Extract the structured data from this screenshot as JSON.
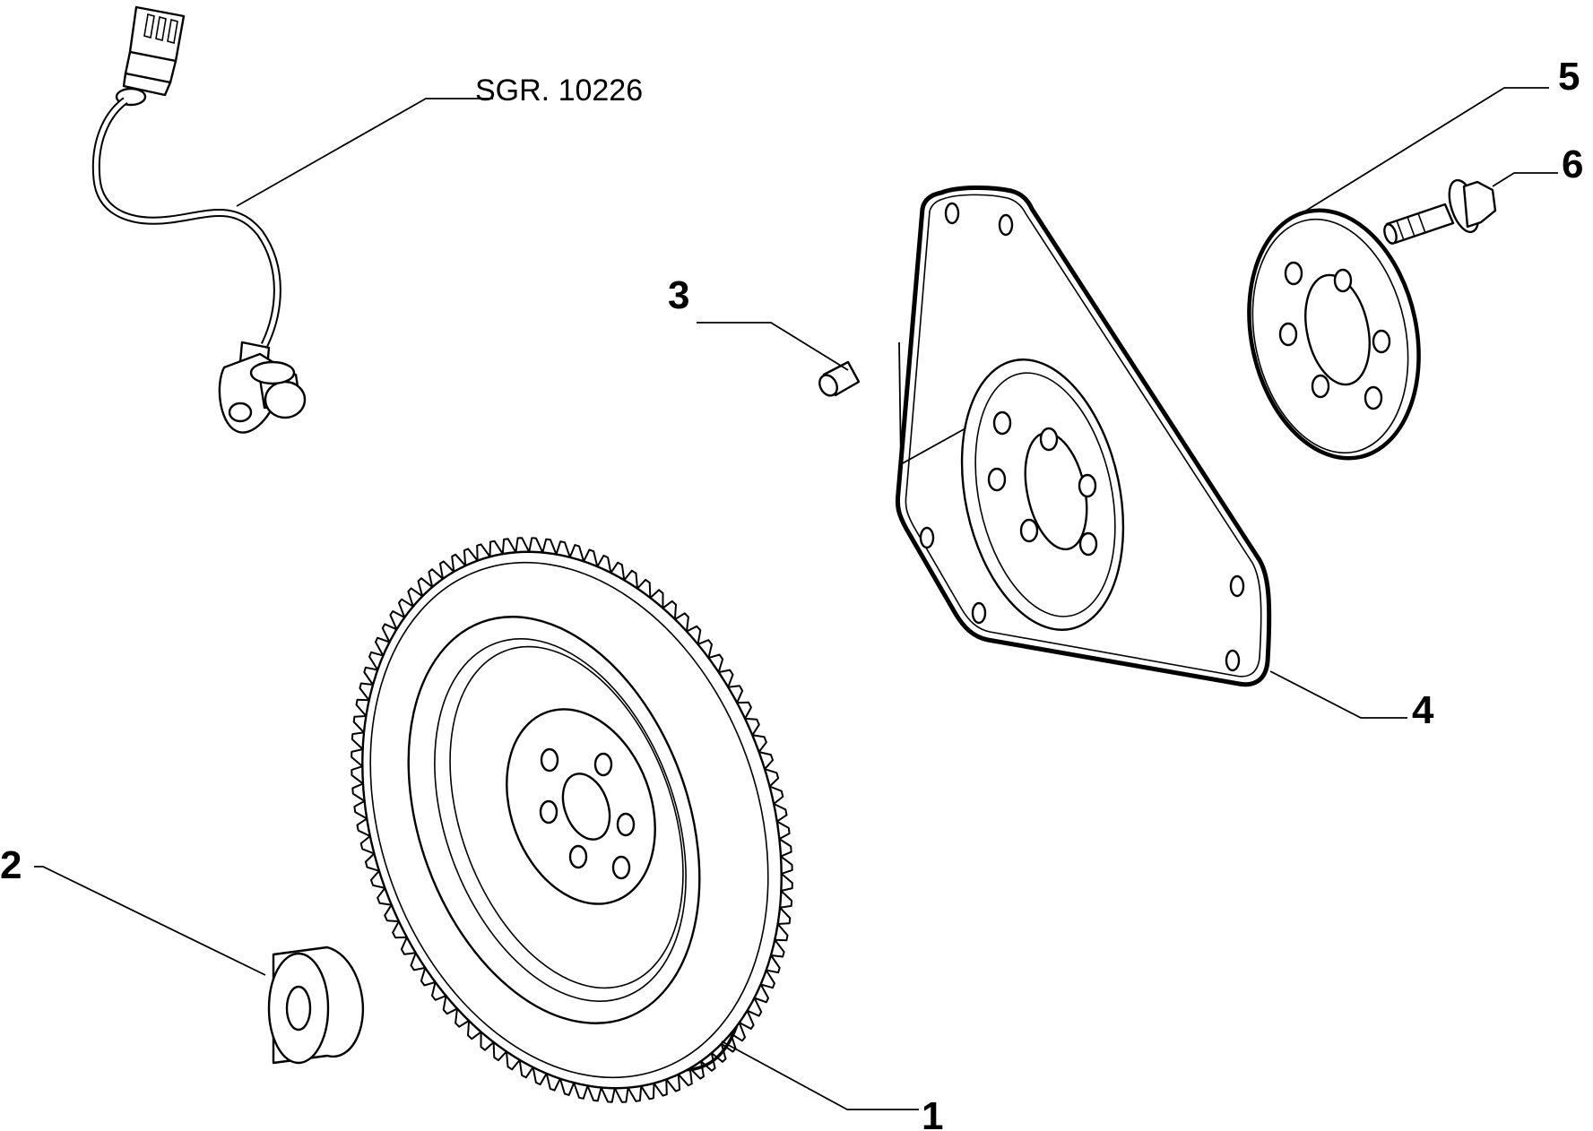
{
  "reference": {
    "label": "SGR. 10226"
  },
  "callouts": [
    {
      "id": "1",
      "text": "1"
    },
    {
      "id": "2",
      "text": "2"
    },
    {
      "id": "3",
      "text": "3"
    },
    {
      "id": "4",
      "text": "4"
    },
    {
      "id": "5",
      "text": "5"
    },
    {
      "id": "6",
      "text": "6"
    }
  ],
  "colors": {
    "line": "#000000",
    "background": "#ffffff"
  }
}
